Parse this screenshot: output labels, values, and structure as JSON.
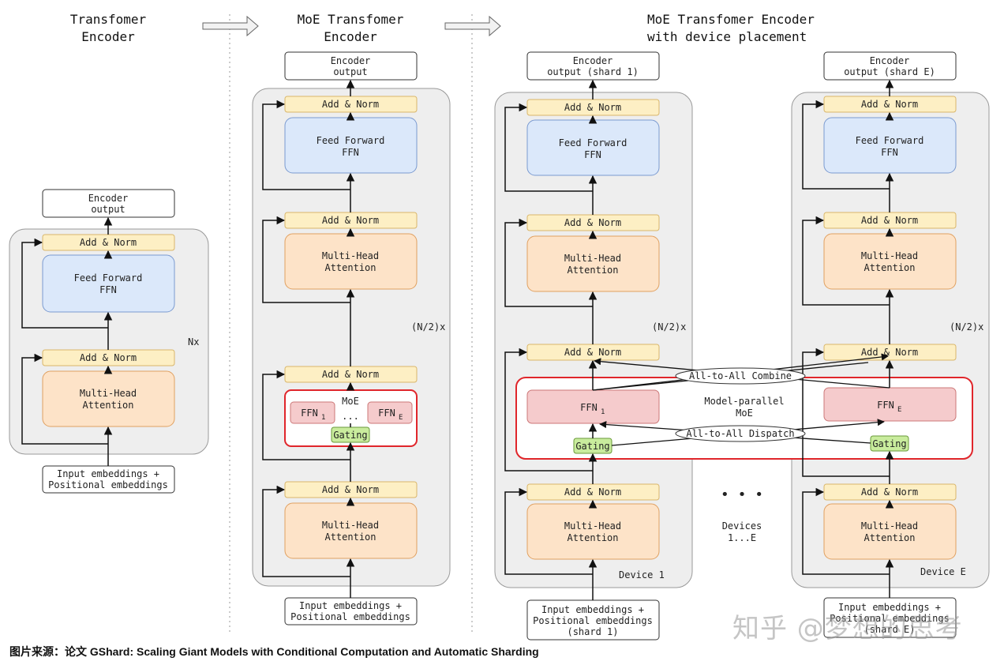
{
  "colors": {
    "panel": "#eeeeee",
    "add_norm": "#fdefc4",
    "ffn": "#dbe8fa",
    "attention": "#fde3c8",
    "expert": "#f5cbcc",
    "gating": "#c9ec9d",
    "moe_border": "#e0262b"
  },
  "columns": {
    "encoder": {
      "title_line1": "Transfomer",
      "title_line2": "Encoder",
      "output_line1": "Encoder",
      "output_line2": "output",
      "add_norm_top": "Add & Norm",
      "ffn_line1": "Feed Forward",
      "ffn_line2": "FFN",
      "add_norm_bottom": "Add & Norm",
      "attention_line1": "Multi-Head",
      "attention_line2": "Attention",
      "repeat_label": "Nx",
      "input_line1": "Input embeddings +",
      "input_line2": "Positional embeddings"
    },
    "moe": {
      "title_line1": "MoE Transfomer",
      "title_line2": "Encoder",
      "output_line1": "Encoder",
      "output_line2": "output",
      "add_norm_1": "Add & Norm",
      "ffn_line1": "Feed Forward",
      "ffn_line2": "FFN",
      "add_norm_2": "Add & Norm",
      "attention_line1": "Multi-Head",
      "attention_line2": "Attention",
      "repeat_label": "(N/2)x",
      "add_norm_3": "Add & Norm",
      "moe_label": "MoE",
      "ffn1": "FFN",
      "ffn1_sub": "1",
      "ellipsis": "...",
      "ffne": "FFN",
      "ffne_sub": "E",
      "gating": "Gating",
      "add_norm_4": "Add & Norm",
      "attention2_line1": "Multi-Head",
      "attention2_line2": "Attention",
      "input_line1": "Input embeddings +",
      "input_line2": "Positional embeddings"
    },
    "device": {
      "title_line1": "MoE Transfomer Encoder",
      "title_line2": "with device placement",
      "combine_label": "All-to-All Combine",
      "dispatch_label": "All-to-All Dispatch",
      "model_parallel_line1": "Model-parallel",
      "model_parallel_line2": "MoE",
      "devices_dots": "• • •",
      "devices_line1": "Devices",
      "devices_line2": "1...E",
      "d1": {
        "output_line1": "Encoder",
        "output_line2": "output (shard 1)",
        "add_norm_1": "Add & Norm",
        "ffn_line1": "Feed Forward",
        "ffn_line2": "FFN",
        "add_norm_2": "Add & Norm",
        "attention_line1": "Multi-Head",
        "attention_line2": "Attention",
        "repeat_label": "(N/2)x",
        "add_norm_3": "Add & Norm",
        "expert": "FFN",
        "expert_sub": "1",
        "gating": "Gating",
        "add_norm_4": "Add & Norm",
        "attention2_line1": "Multi-Head",
        "attention2_line2": "Attention",
        "device_label": "Device 1",
        "input_line1": "Input embeddings +",
        "input_line2": "Positional embeddings",
        "input_line3": "(shard 1)"
      },
      "de": {
        "output_line1": "Encoder",
        "output_line2": "output (shard E)",
        "add_norm_1": "Add & Norm",
        "ffn_line1": "Feed Forward",
        "ffn_line2": "FFN",
        "add_norm_2": "Add & Norm",
        "attention_line1": "Multi-Head",
        "attention_line2": "Attention",
        "repeat_label": "(N/2)x",
        "add_norm_3": "Add & Norm",
        "expert": "FFN",
        "expert_sub": "E",
        "gating": "Gating",
        "add_norm_4": "Add & Norm",
        "attention2_line1": "Multi-Head",
        "attention2_line2": "Attention",
        "device_label": "Device E",
        "input_line1": "Input embeddings +",
        "input_line2": "Positional embeddings",
        "input_line3": "(shard E)"
      }
    }
  },
  "caption": "图片来源：论文 GShard: Scaling Giant Models with Conditional Computation and Automatic Sharding",
  "watermark": "知乎 @梦想的思考"
}
